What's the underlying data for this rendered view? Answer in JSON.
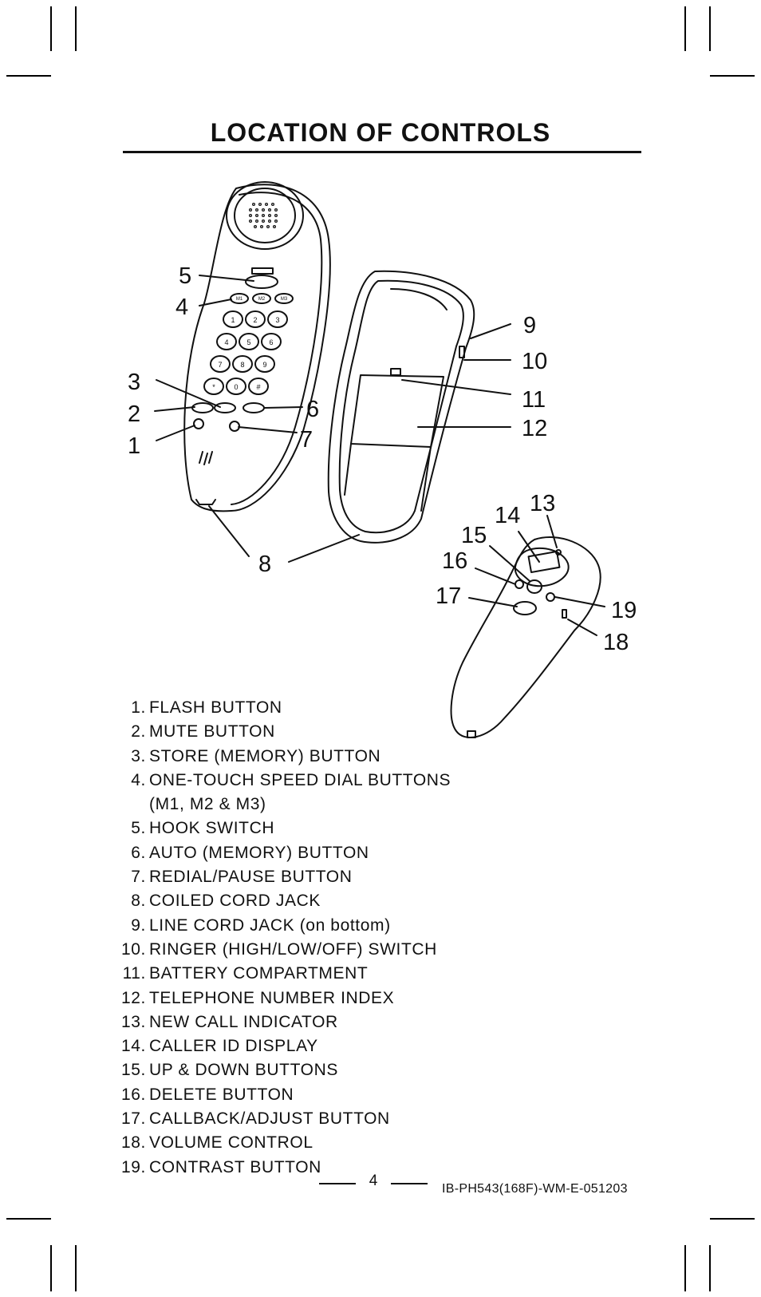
{
  "title": "LOCATION OF CONTROLS",
  "diagram": {
    "callouts": [
      "1",
      "2",
      "3",
      "4",
      "5",
      "6",
      "7",
      "8",
      "9",
      "10",
      "11",
      "12",
      "13",
      "14",
      "15",
      "16",
      "17",
      "18",
      "19"
    ],
    "keypad_digits": [
      "1",
      "2",
      "3",
      "4",
      "5",
      "6",
      "7",
      "8",
      "9",
      "*",
      "0",
      "#"
    ],
    "speed_dial_keys": [
      "M1",
      "M2",
      "M3"
    ]
  },
  "controls": [
    {
      "num": "1.",
      "label": "FLASH BUTTON"
    },
    {
      "num": "2.",
      "label": "MUTE BUTTON"
    },
    {
      "num": "3.",
      "label": "STORE (MEMORY) BUTTON"
    },
    {
      "num": "4.",
      "label": "ONE-TOUCH SPEED DIAL BUTTONS",
      "cont": "(M1, M2 & M3)"
    },
    {
      "num": "5.",
      "label": "HOOK SWITCH"
    },
    {
      "num": "6.",
      "label": "AUTO (MEMORY) BUTTON"
    },
    {
      "num": "7.",
      "label": "REDIAL/PAUSE BUTTON"
    },
    {
      "num": "8.",
      "label": "COILED CORD JACK"
    },
    {
      "num": "9.",
      "label": "LINE CORD JACK (on bottom)"
    },
    {
      "num": "10.",
      "label": "RINGER (HIGH/LOW/OFF) SWITCH"
    },
    {
      "num": "11.",
      "label": "BATTERY COMPARTMENT"
    },
    {
      "num": "12.",
      "label": "TELEPHONE NUMBER INDEX"
    },
    {
      "num": "13.",
      "label": "NEW CALL INDICATOR"
    },
    {
      "num": "14.",
      "label": "CALLER ID DISPLAY"
    },
    {
      "num": "15.",
      "label": "UP & DOWN BUTTONS"
    },
    {
      "num": "16.",
      "label": "DELETE BUTTON"
    },
    {
      "num": "17.",
      "label": "CALLBACK/ADJUST BUTTON"
    },
    {
      "num": "18.",
      "label": "VOLUME CONTROL"
    },
    {
      "num": "19.",
      "label": "CONTRAST BUTTON"
    }
  ],
  "footer": {
    "page_number": "4",
    "doc_code": "IB-PH543(168F)-WM-E-051203"
  }
}
